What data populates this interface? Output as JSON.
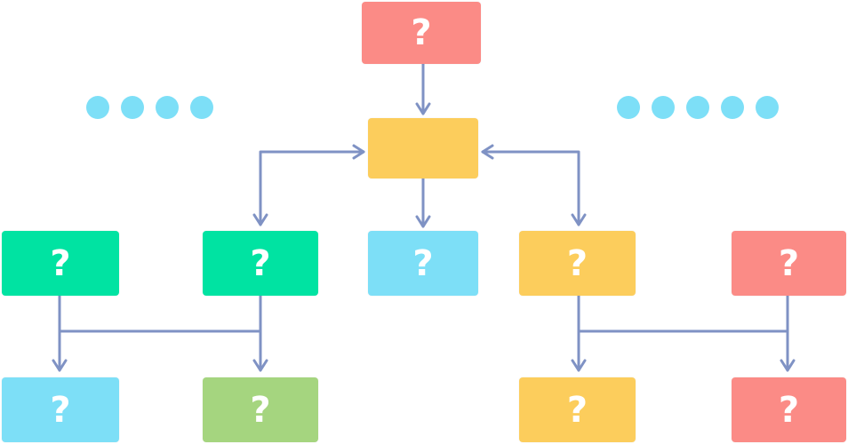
{
  "colors": {
    "red": "#fb8b86",
    "yellow": "#fccd5c",
    "cyan": "#7ddff7",
    "green": "#00e3a2",
    "olive": "#a5d57f",
    "connector": "#7f92c4",
    "dot": "#7ddff7"
  },
  "nodes": {
    "top": {
      "label": "?",
      "color": "red"
    },
    "center": {
      "label": "",
      "color": "yellow"
    },
    "mid_left_outer": {
      "label": "?",
      "color": "green"
    },
    "mid_left_inner": {
      "label": "?",
      "color": "green"
    },
    "mid_center": {
      "label": "?",
      "color": "cyan"
    },
    "mid_right_inner": {
      "label": "?",
      "color": "yellow"
    },
    "mid_right_outer": {
      "label": "?",
      "color": "red"
    },
    "bottom_left_outer": {
      "label": "?",
      "color": "cyan"
    },
    "bottom_left_inner": {
      "label": "?",
      "color": "olive"
    },
    "bottom_right_inner": {
      "label": "?",
      "color": "yellow"
    },
    "bottom_right_outer": {
      "label": "?",
      "color": "red"
    }
  },
  "ellipsis_left": {
    "dot_count": 4
  },
  "ellipsis_right": {
    "dot_count": 5
  }
}
